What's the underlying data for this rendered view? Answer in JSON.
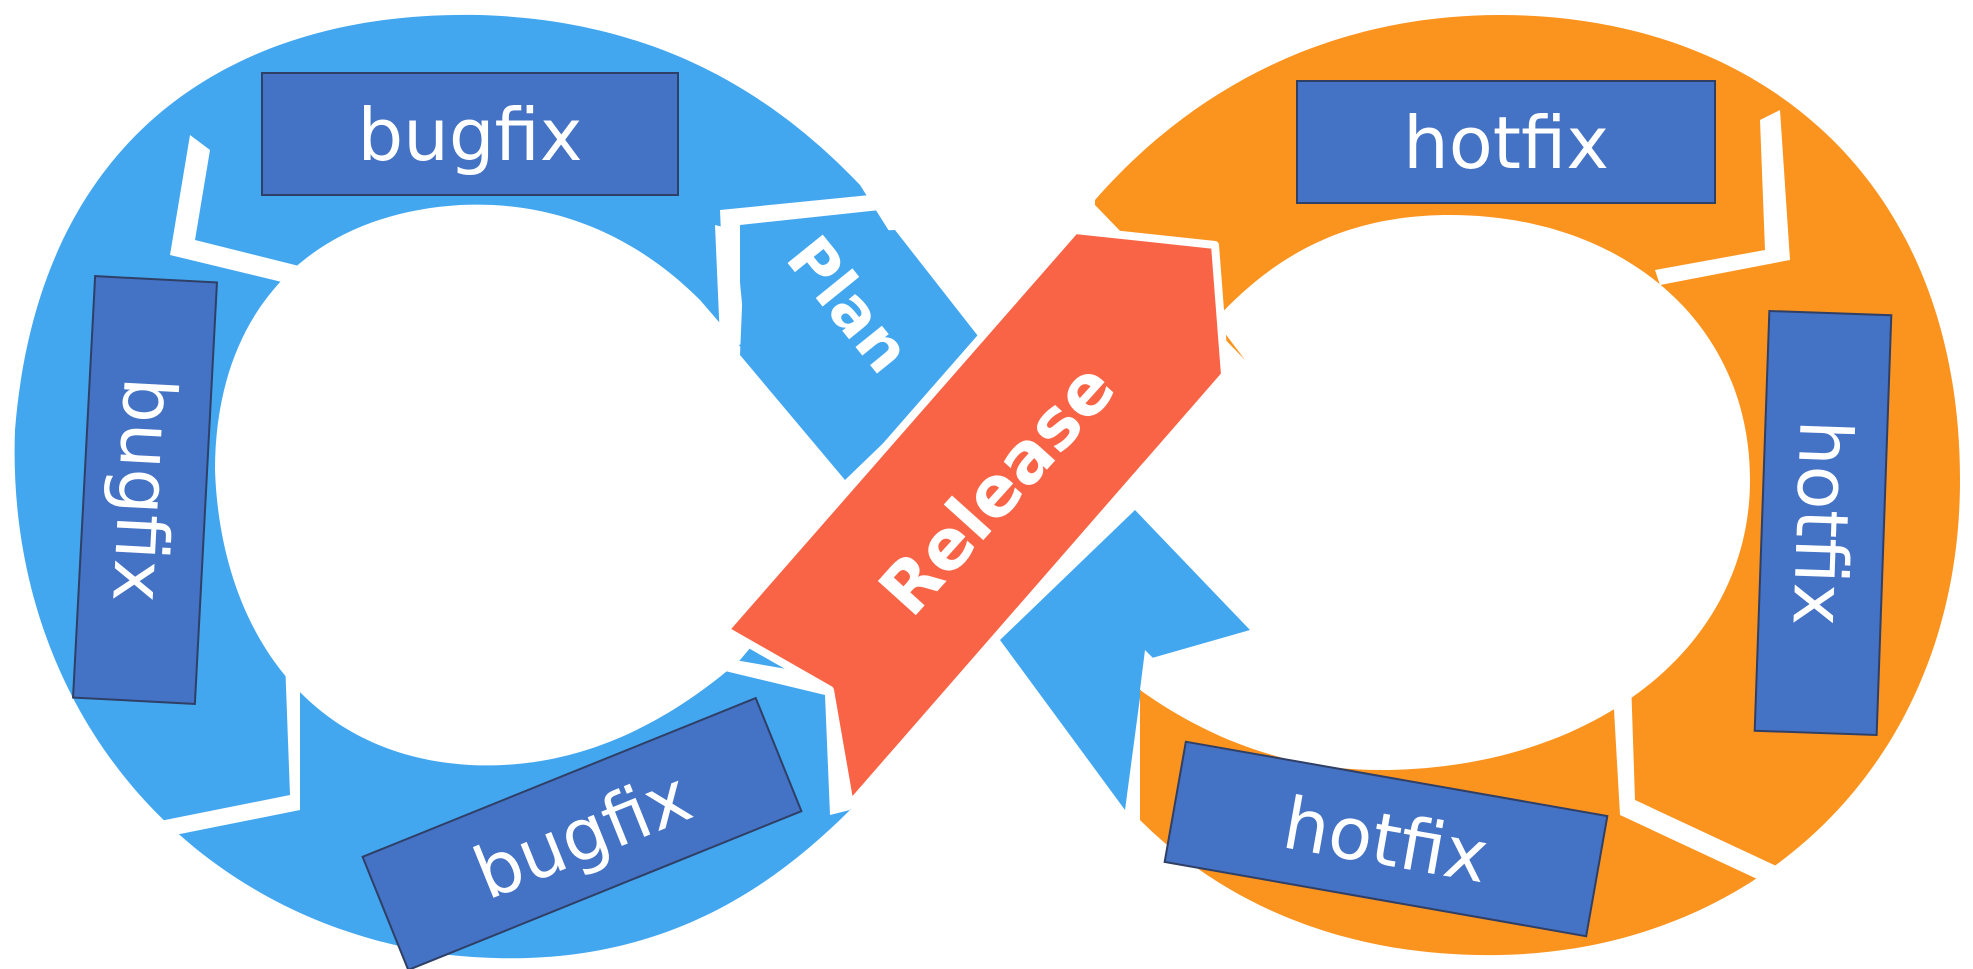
{
  "colors": {
    "left_loop": "#43a7f0",
    "right_loop": "#fb931f",
    "release_arrow": "#fa6446",
    "label_box": "#4472c4",
    "label_box_border": "#2f3f66",
    "background": "#ffffff"
  },
  "loop_labels": {
    "plan": "Plan",
    "release": "Release"
  },
  "left_boxes": [
    {
      "label": "bugfix"
    },
    {
      "label": "bugfix"
    },
    {
      "label": "bugfix"
    }
  ],
  "right_boxes": [
    {
      "label": "hotfix"
    },
    {
      "label": "hotfix"
    },
    {
      "label": "hotfix"
    }
  ]
}
